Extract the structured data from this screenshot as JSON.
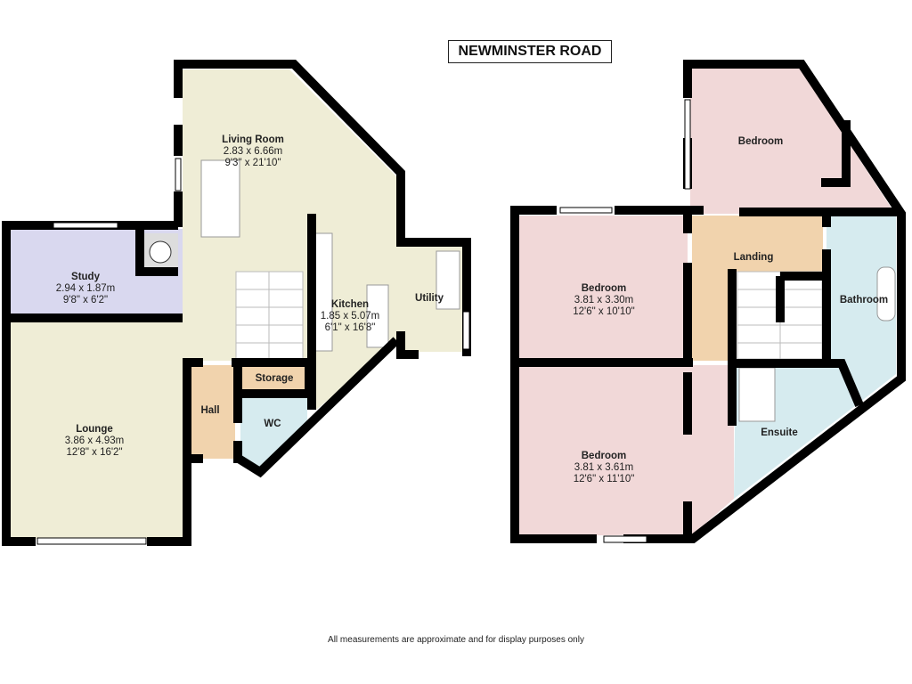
{
  "title": "NEWMINSTER ROAD",
  "footer": "All measurements are approximate and for display purposes only",
  "colors": {
    "living": "#efedd6",
    "study": "#d9d8ef",
    "hall": "#f1d3ad",
    "wc": "#d6ebef",
    "bedroom": "#f1d8d8",
    "wall": "#000000"
  },
  "ground_floor": {
    "living_room": {
      "name": "Living Room",
      "metric": "2.83 x 6.66m",
      "imperial": "9'3\" x 21'10\""
    },
    "study": {
      "name": "Study",
      "metric": "2.94 x 1.87m",
      "imperial": "9'8\" x 6'2\""
    },
    "kitchen": {
      "name": "Kitchen",
      "metric": "1.85 x 5.07m",
      "imperial": "6'1\" x 16'8\""
    },
    "utility": {
      "name": "Utility"
    },
    "storage": {
      "name": "Storage"
    },
    "hall": {
      "name": "Hall"
    },
    "wc": {
      "name": "WC"
    },
    "lounge": {
      "name": "Lounge",
      "metric": "3.86 x 4.93m",
      "imperial": "12'8\" x 16'2\""
    }
  },
  "first_floor": {
    "bedroom_top": {
      "name": "Bedroom"
    },
    "landing": {
      "name": "Landing"
    },
    "bathroom": {
      "name": "Bathroom"
    },
    "bedroom_1": {
      "name": "Bedroom",
      "metric": "3.81 x 3.30m",
      "imperial": "12'6\" x 10'10\""
    },
    "bedroom_2": {
      "name": "Bedroom",
      "metric": "3.81 x 3.61m",
      "imperial": "12'6\" x 11'10\""
    },
    "ensuite": {
      "name": "Ensuite"
    }
  }
}
